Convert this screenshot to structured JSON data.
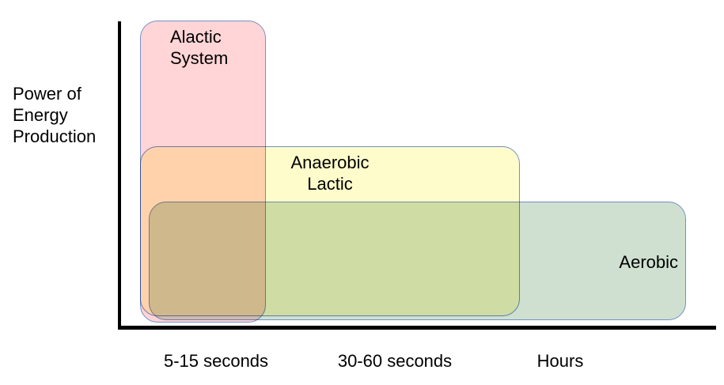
{
  "figure": {
    "y_axis_label_lines": [
      "Power of",
      "Energy",
      "Production"
    ],
    "x_tick_labels": [
      "5-15 seconds",
      "30-60 seconds",
      "Hours"
    ],
    "systems": {
      "alactic": {
        "line1": "Alactic",
        "line2": "System",
        "fill": "#FFD5D7"
      },
      "anaerobic": {
        "line1": "Anaerobic",
        "line2": "Lactic",
        "fill": "#FFFCCB"
      },
      "aerobic": {
        "label": "Aerobic",
        "fill": "#CFE0D0"
      }
    },
    "colors": {
      "border": "#7290C6",
      "axis": "#000000",
      "text": "#000000",
      "background": "#FFFFFF"
    }
  },
  "chart_data": {
    "type": "area",
    "title": "",
    "xlabel": "",
    "ylabel": "Power of Energy Production",
    "x_tick_labels": [
      "5-15 seconds",
      "30-60 seconds",
      "Hours"
    ],
    "grid": false,
    "legend": "none",
    "series": [
      {
        "name": "Alactic System",
        "fill": "#FFD5D7",
        "x_extent_frac": [
          0.04,
          0.25
        ],
        "power_peak_frac": 1.0,
        "aligned_x_tick": "5-15 seconds",
        "relative_power": "highest"
      },
      {
        "name": "Anaerobic Lactic",
        "fill": "#FFFCCB",
        "x_extent_frac": [
          0.04,
          0.67
        ],
        "power_peak_frac": 0.59,
        "aligned_x_tick": "30-60 seconds",
        "relative_power": "medium"
      },
      {
        "name": "Aerobic",
        "fill": "#CFE0D0",
        "x_extent_frac": [
          0.05,
          0.95
        ],
        "power_peak_frac": 0.41,
        "aligned_x_tick": "Hours",
        "relative_power": "lowest"
      }
    ]
  }
}
